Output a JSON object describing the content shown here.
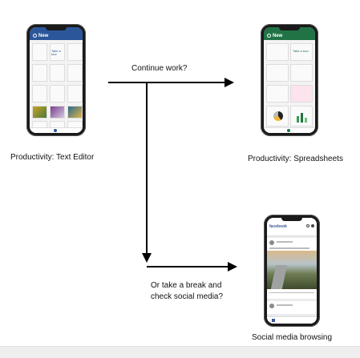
{
  "nodes": {
    "text_editor": {
      "caption": "Productivity: Text Editor",
      "app_title": "New",
      "take_tour": "Take a tour",
      "accent": "#2b579a"
    },
    "spreadsheets": {
      "caption": "Productivity:  Spreadsheets",
      "app_title": "New",
      "take_tour": "Take a tour",
      "accent": "#217346"
    },
    "social": {
      "caption": "Social media browsing",
      "app_title": "facebook",
      "accent": "#3b5998"
    }
  },
  "edges": {
    "continue": {
      "label": "Continue work?"
    },
    "break": {
      "label_line1": "Or take a break and",
      "label_line2": "check social media?"
    }
  }
}
